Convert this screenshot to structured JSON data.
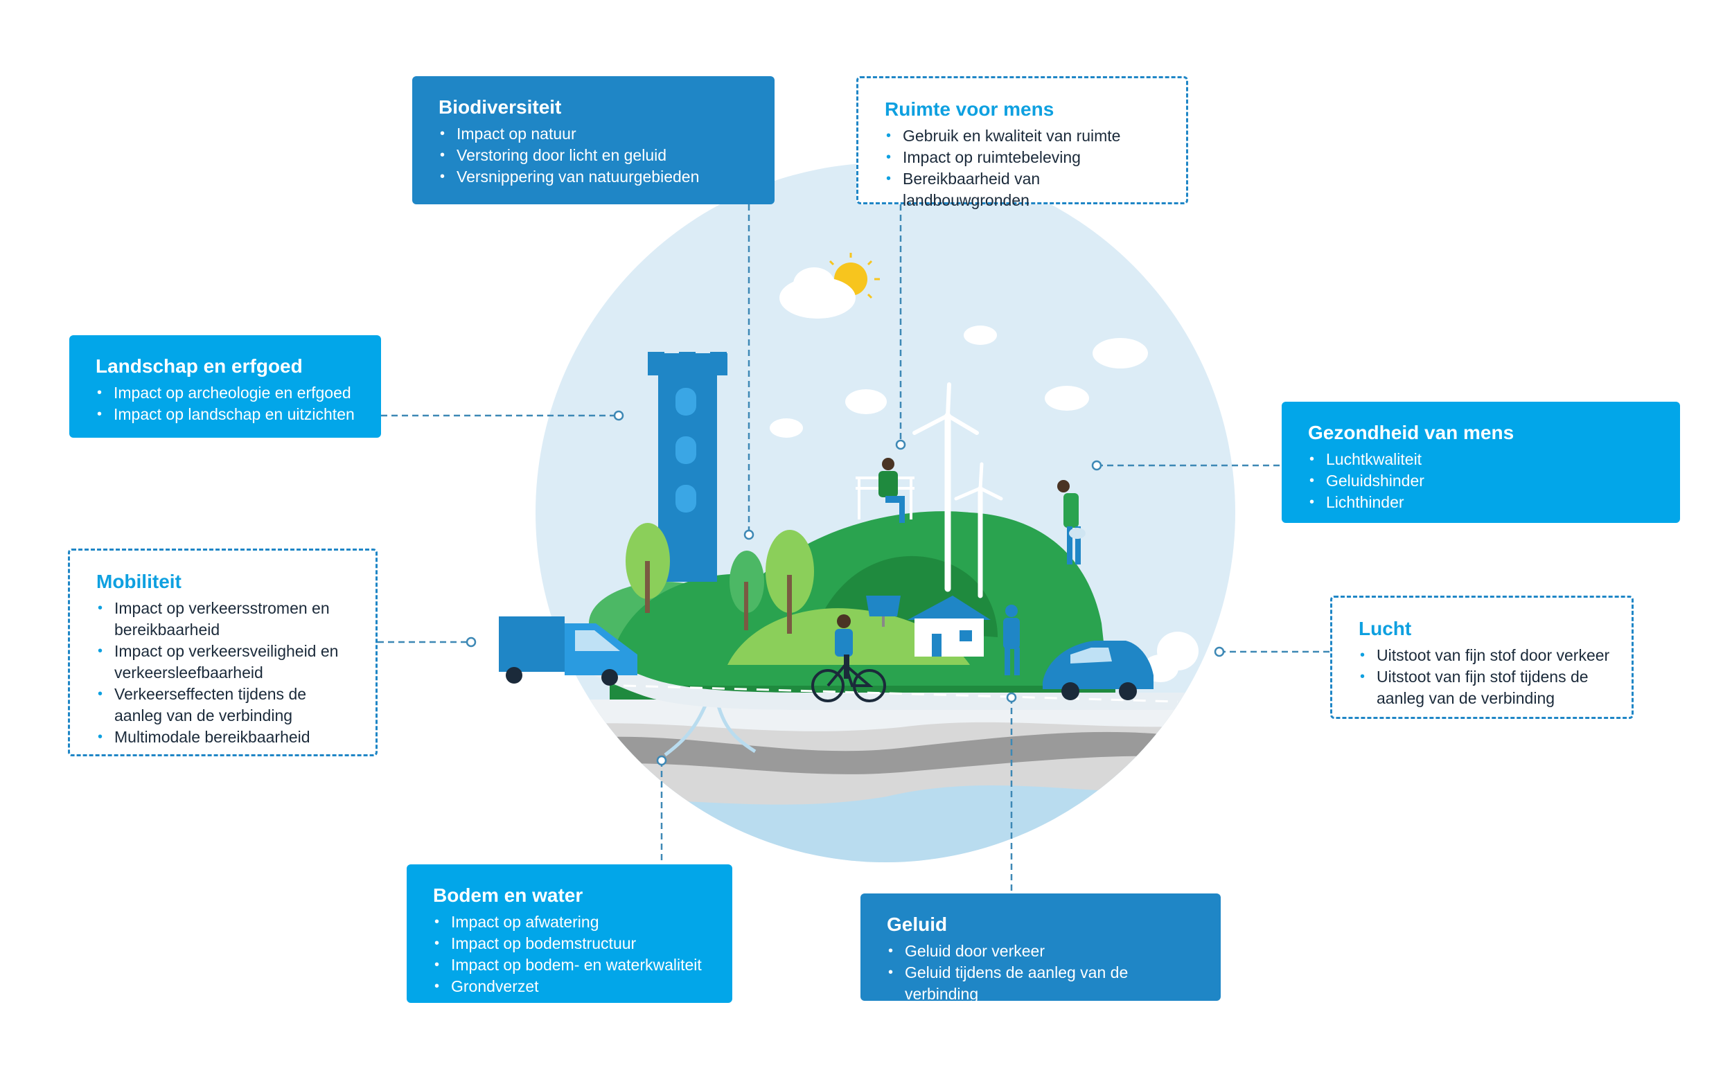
{
  "boxes": {
    "biodiversiteit": {
      "title": "Biodiversiteit",
      "items": [
        "Impact op natuur",
        "Verstoring door licht en geluid",
        "Versnippering van natuurgebieden"
      ]
    },
    "ruimte": {
      "title": "Ruimte voor mens",
      "items": [
        "Gebruik en kwaliteit van ruimte",
        "Impact op ruimtebeleving",
        "Bereikbaarheid van landbouwgronden"
      ]
    },
    "landschap": {
      "title": "Landschap en erfgoed",
      "items": [
        "Impact op archeologie en erfgoed",
        "Impact op landschap en uitzichten"
      ]
    },
    "gezondheid": {
      "title": "Gezondheid van mens",
      "items": [
        "Luchtkwaliteit",
        "Geluidshinder",
        "Lichthinder"
      ]
    },
    "mobiliteit": {
      "title": "Mobiliteit",
      "items": [
        "Impact op verkeersstromen en bereikbaarheid",
        "Impact op verkeersveiligheid en verkeersleefbaarheid",
        "Verkeerseffecten tijdens de aanleg van de verbinding",
        "Multimodale bereikbaarheid"
      ]
    },
    "lucht": {
      "title": "Lucht",
      "items": [
        "Uitstoot van fijn stof door verkeer",
        "Uitstoot van fijn stof tijdens de aanleg van de verbinding"
      ]
    },
    "bodem": {
      "title": "Bodem en water",
      "items": [
        "Impact op afwatering",
        "Impact op bodemstructuur",
        "Impact op bodem- en waterkwaliteit",
        "Grondverzet"
      ]
    },
    "geluid": {
      "title": "Geluid",
      "items": [
        "Geluid door verkeer",
        "Geluid tijdens de aanleg van de verbinding"
      ]
    }
  },
  "colors": {
    "dark_blue": "#1f86c6",
    "cyan": "#02a6e9",
    "sky": "#dcecf6",
    "green": "#2fae5c",
    "connector": "#3d88b5"
  },
  "icons": [
    "sun-icon",
    "cloud-icon",
    "tower-icon",
    "wind-turbine-icon",
    "truck-icon",
    "car-icon",
    "house-icon",
    "solar-panel-icon",
    "bicycle-icon",
    "bench-icon",
    "person-icon"
  ]
}
